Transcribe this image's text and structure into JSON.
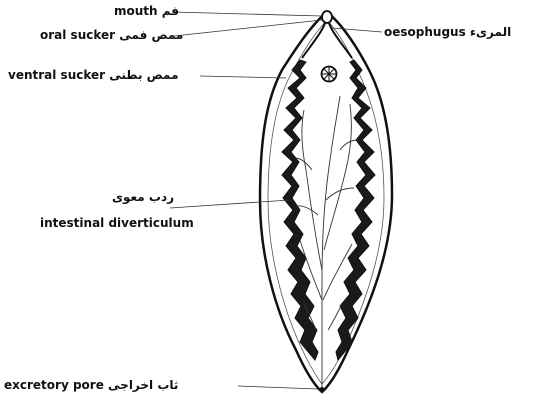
{
  "figure": {
    "labels": {
      "mouth": {
        "en": "mouth",
        "ar": "فم"
      },
      "oral_sucker": {
        "en": "oral sucker",
        "ar": "ممص فمى"
      },
      "ventral_sucker": {
        "en": "ventral sucker",
        "ar": "ممص بطنى"
      },
      "intestinal_diverticulum": {
        "en": "intestinal diverticulum",
        "ar": "ردب معوى"
      },
      "excretory_pore": {
        "en": "excretory pore",
        "ar": "ثاب اخراجى"
      },
      "oesophagus": {
        "en": "oesophugus",
        "ar": "المرىء"
      }
    }
  }
}
